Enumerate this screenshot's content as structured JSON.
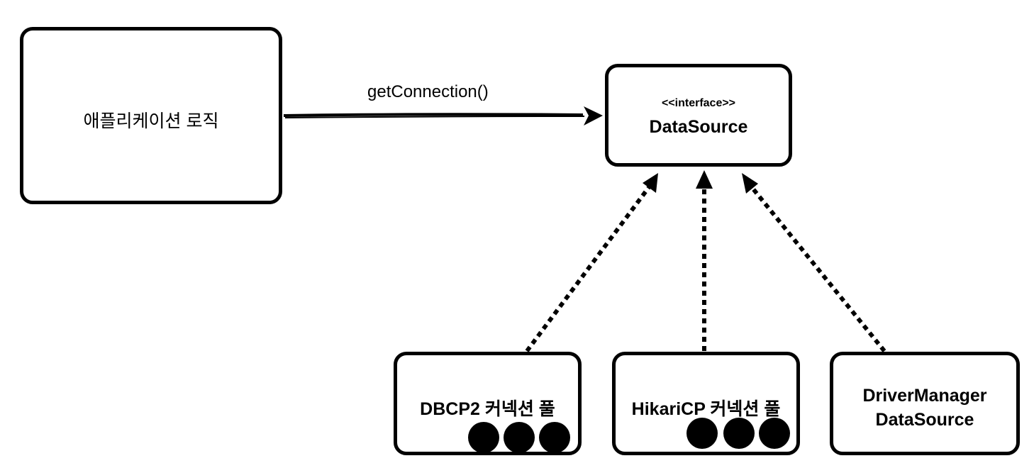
{
  "application": {
    "label": "애플리케이션 로직"
  },
  "call": {
    "label": "getConnection()"
  },
  "datasource": {
    "stereotype": "<<interface>>",
    "name": "DataSource"
  },
  "implementations": [
    {
      "label": "DBCP2 커넥션 풀",
      "pool_connections": 3
    },
    {
      "label": "HikariCP 커넥션 풀",
      "pool_connections": 3
    },
    {
      "label_line1": "DriverManager",
      "label_line2": "DataSource"
    }
  ],
  "colors": {
    "stroke": "#000000",
    "background": "#ffffff"
  }
}
